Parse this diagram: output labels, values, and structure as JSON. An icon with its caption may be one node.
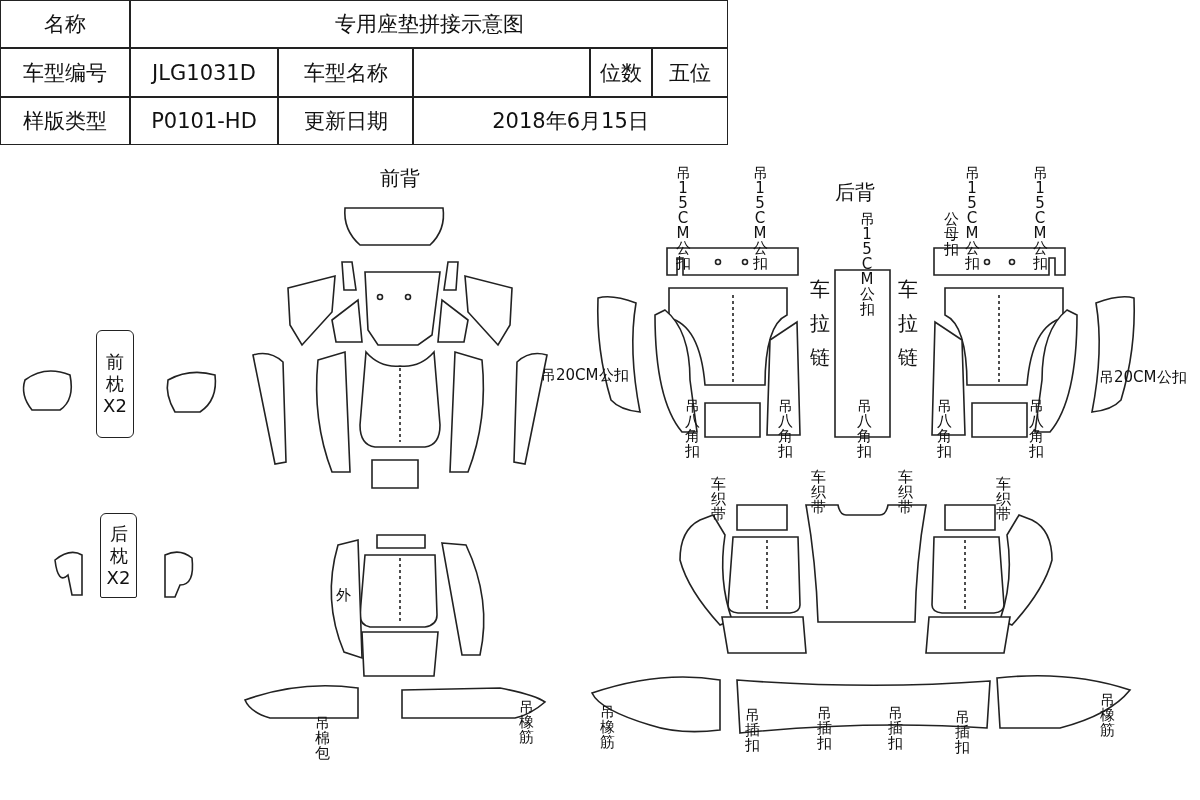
{
  "diagram": {
    "nodes": [
      {
        "text": [
          "前枕X2"
        ]
      },
      {
        "text": [
          "后枕X2"
        ]
      }
    ],
    "labels": [
      "名称",
      "专用座垫拼接示意图",
      "车型编号",
      "JLG1031D",
      "车型名称",
      "位数",
      "五位",
      "样版类型",
      "P0101-HD",
      "更新日期",
      "2018年6月15日",
      "前背",
      "外",
      "吊棉包",
      "吊橡筋",
      "后背",
      "吊15CM公扣",
      "吊15CM公扣",
      "吊15CM公扣",
      "公母扣",
      "吊15CM公扣",
      "吊15CM公扣",
      "车拉链",
      "车拉链",
      "吊20CM公扣",
      "吊20CM公扣",
      "吊八角扣",
      "吊八角扣",
      "吊八角扣",
      "吊八角扣",
      "吊八角扣",
      "车织带",
      "车织带",
      "车织带",
      "车织带",
      "吊橡筋",
      "吊插扣",
      "吊插扣",
      "吊插扣",
      "吊插扣",
      "吊橡筋"
    ]
  }
}
